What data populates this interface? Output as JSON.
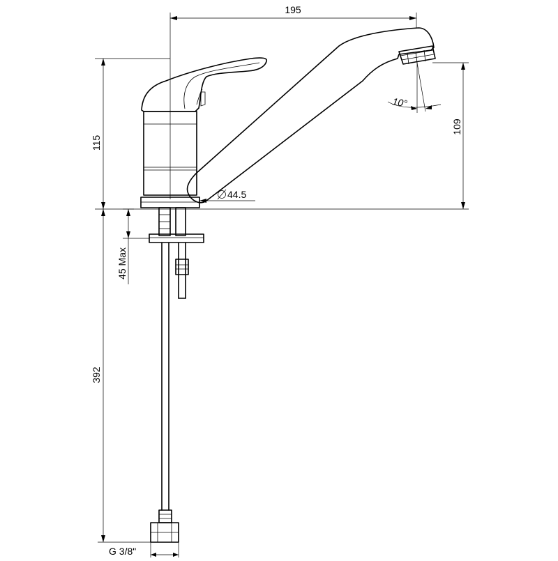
{
  "dimensions": {
    "spout_reach": "195",
    "body_height": "115",
    "spout_height": "109",
    "base_diameter": "44.5",
    "spout_angle": "10°",
    "mount_thickness": "45 Max",
    "hose_length": "392",
    "connection_thread": "G 3/8\""
  },
  "symbols": {
    "diameter": "diameter-symbol"
  }
}
